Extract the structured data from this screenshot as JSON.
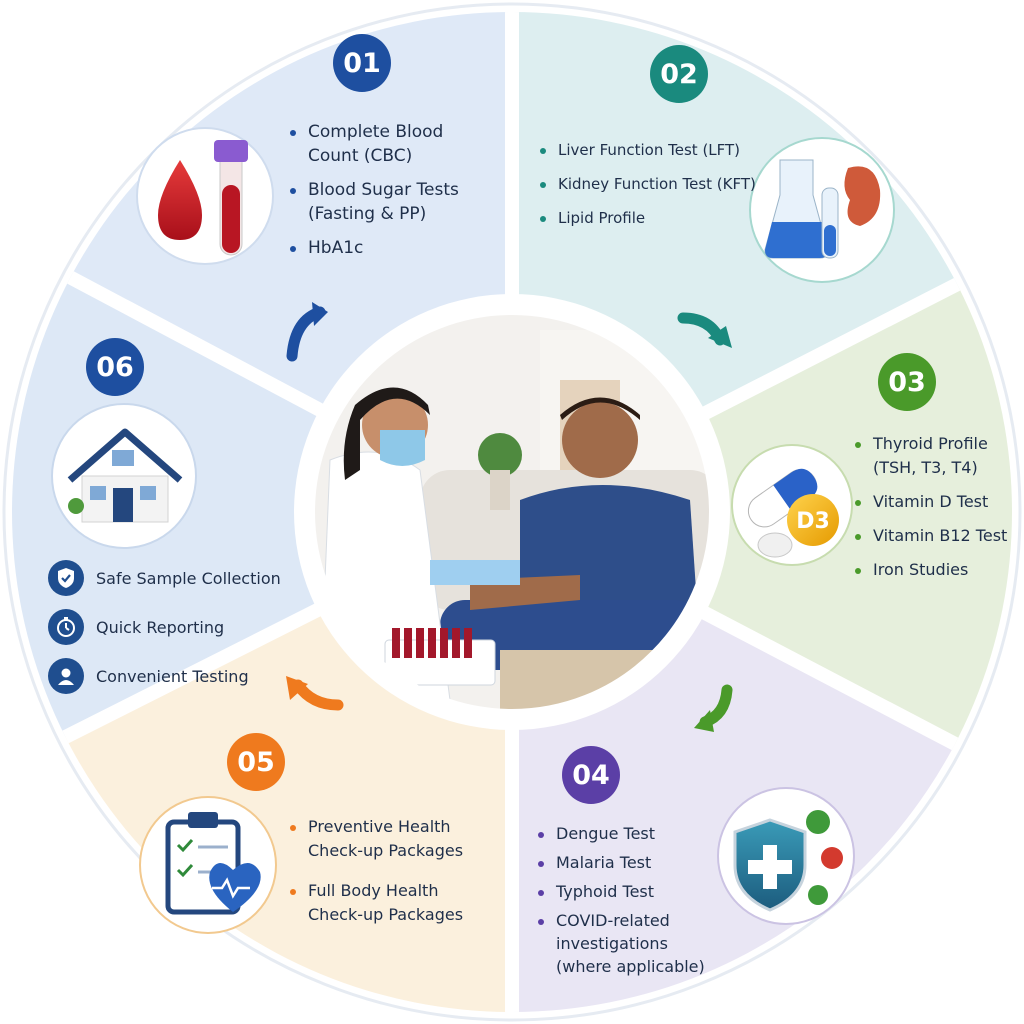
{
  "segments": [
    {
      "number": "01",
      "color": "#1e4fa0",
      "items": [
        "Complete Blood Count (CBC)",
        "Blood Sugar Tests (Fasting & PP)",
        "HbA1c"
      ]
    },
    {
      "number": "02",
      "color": "#1a8a7e",
      "items": [
        "Liver Function Test (LFT)",
        "Kidney Function Test (KFT)",
        "Lipid Profile"
      ]
    },
    {
      "number": "03",
      "color": "#4a9a2a",
      "items": [
        "Thyroid Profile (TSH, T3, T4)",
        "Vitamin D Test",
        "Vitamin B12 Test",
        "Iron Studies"
      ]
    },
    {
      "number": "04",
      "color": "#5b3fa6",
      "items": [
        "Dengue Test",
        "Malaria Test",
        "Typhoid Test",
        "COVID-related investigations (where applicable)"
      ]
    },
    {
      "number": "05",
      "color": "#ef7a1e",
      "items": [
        "Preventive Health Check-up Packages",
        "Full Body Health Check-up Packages"
      ]
    },
    {
      "number": "06",
      "color": "#1e4fa0",
      "features": [
        "Safe Sample Collection",
        "Quick Reporting",
        "Convenient Testing"
      ]
    }
  ],
  "icons": {
    "seg1": "blood-drop-test-tube-icon",
    "seg2": "lab-flask-kidney-icon",
    "seg3": "capsule-vitamin-d3-icon",
    "seg4": "shield-virus-icon",
    "seg5": "clipboard-heart-icon",
    "seg6": "house-icon",
    "features": [
      "shield-check-icon",
      "stopwatch-icon",
      "user-icon"
    ]
  },
  "vitamin_badge": "D3"
}
